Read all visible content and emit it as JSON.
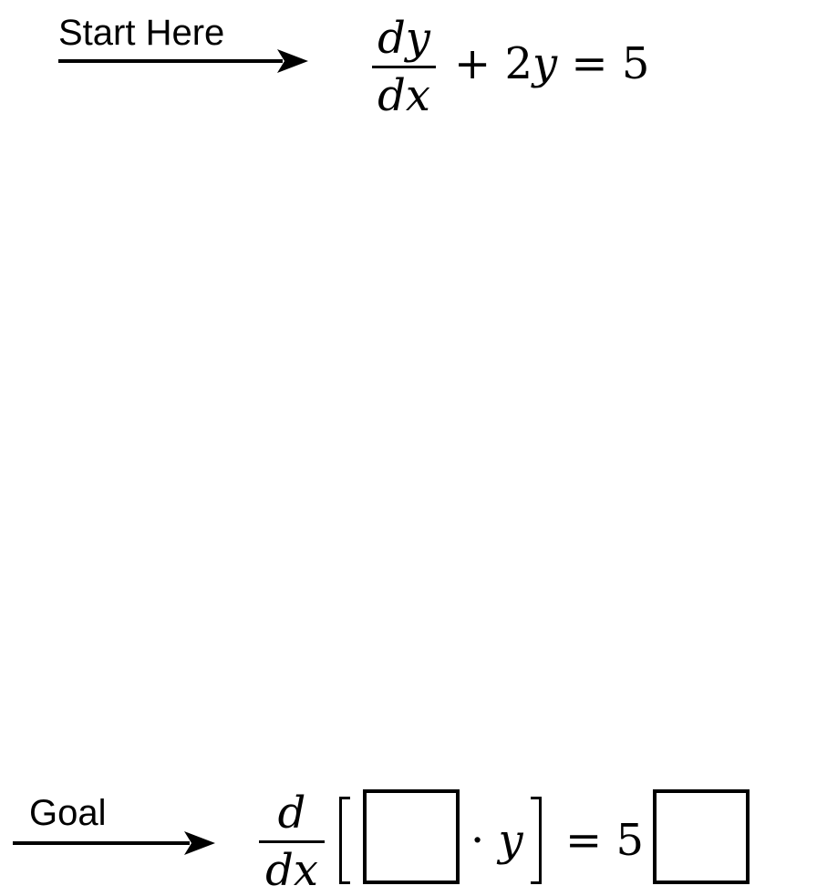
{
  "top": {
    "label": "Start Here",
    "equation": {
      "numerator": "dy",
      "denominator": "dx",
      "rest_plus": "+ 2",
      "rest_var": "y",
      "rest_eq": "= 5"
    }
  },
  "bottom": {
    "label": "Goal",
    "equation": {
      "numerator": "d",
      "denominator": "dx",
      "dot": "·",
      "var": "y",
      "eq": "= 5"
    }
  }
}
